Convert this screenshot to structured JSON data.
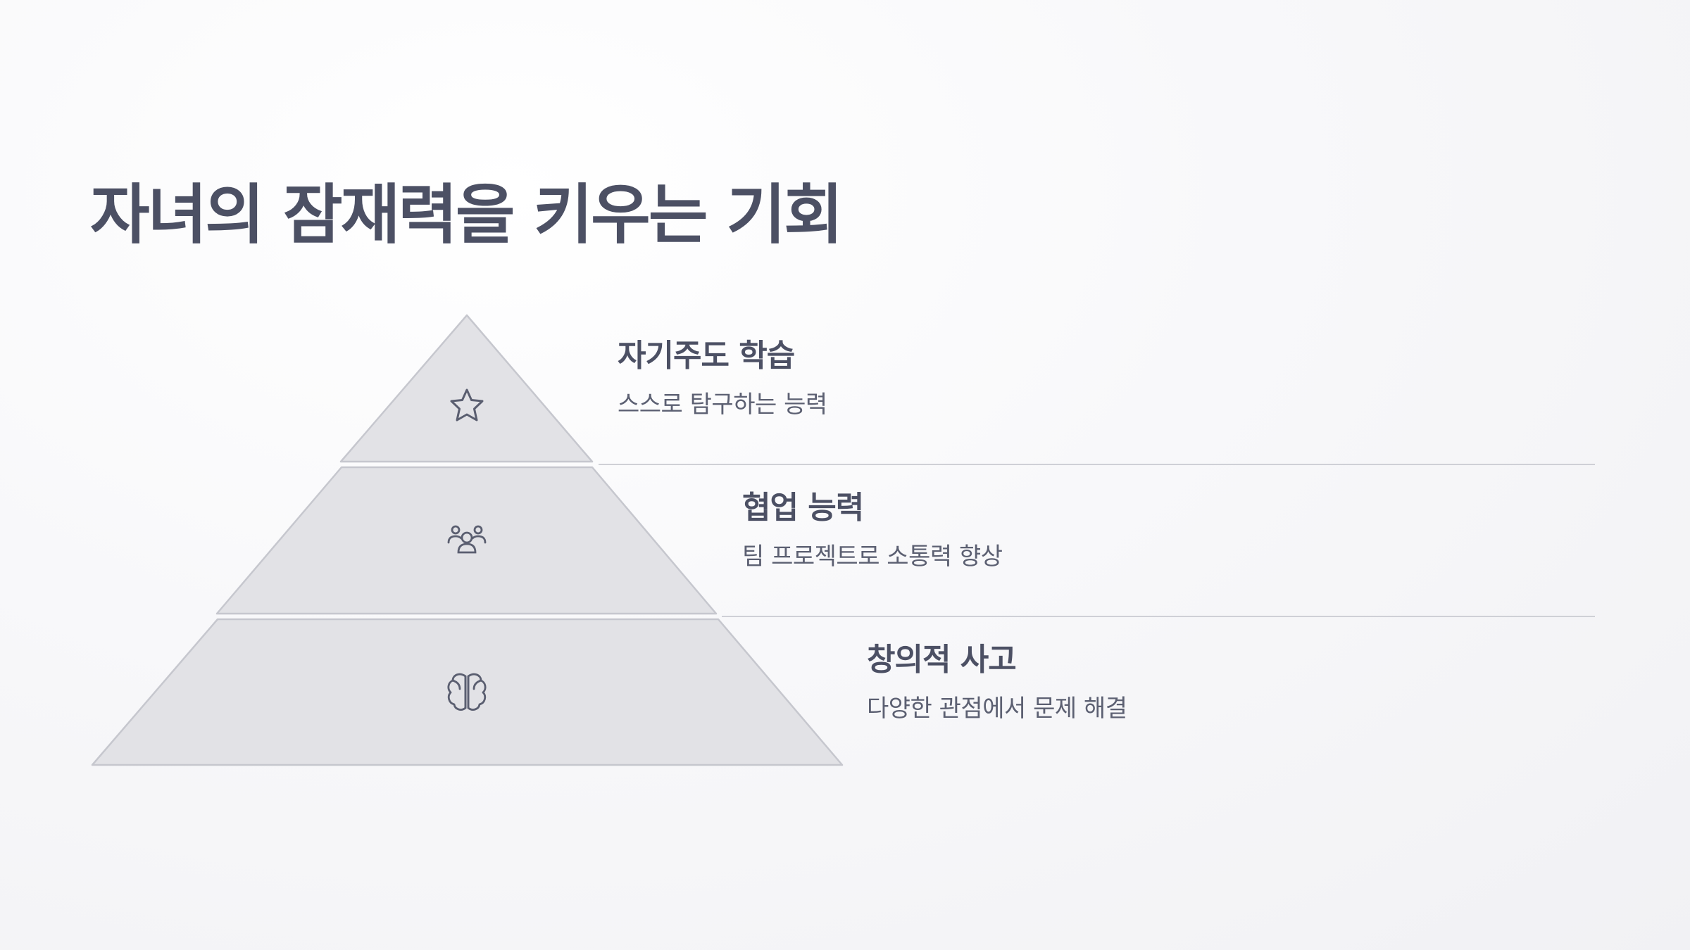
{
  "title": "자녀의 잠재력을 키우는 기회",
  "colors": {
    "segment_fill": "#e2e2e6",
    "segment_stroke": "#c6c7ce",
    "divider": "#cfd0d6",
    "icon": "#5a5e70",
    "heading": "#4c5064"
  },
  "levels": [
    {
      "title": "자기주도 학습",
      "description": "스스로 탐구하는 능력",
      "icon": "star-icon"
    },
    {
      "title": "협업 능력",
      "description": "팀 프로젝트로 소통력 향상",
      "icon": "users-icon"
    },
    {
      "title": "창의적 사고",
      "description": "다양한 관점에서 문제 해결",
      "icon": "brain-icon"
    }
  ]
}
